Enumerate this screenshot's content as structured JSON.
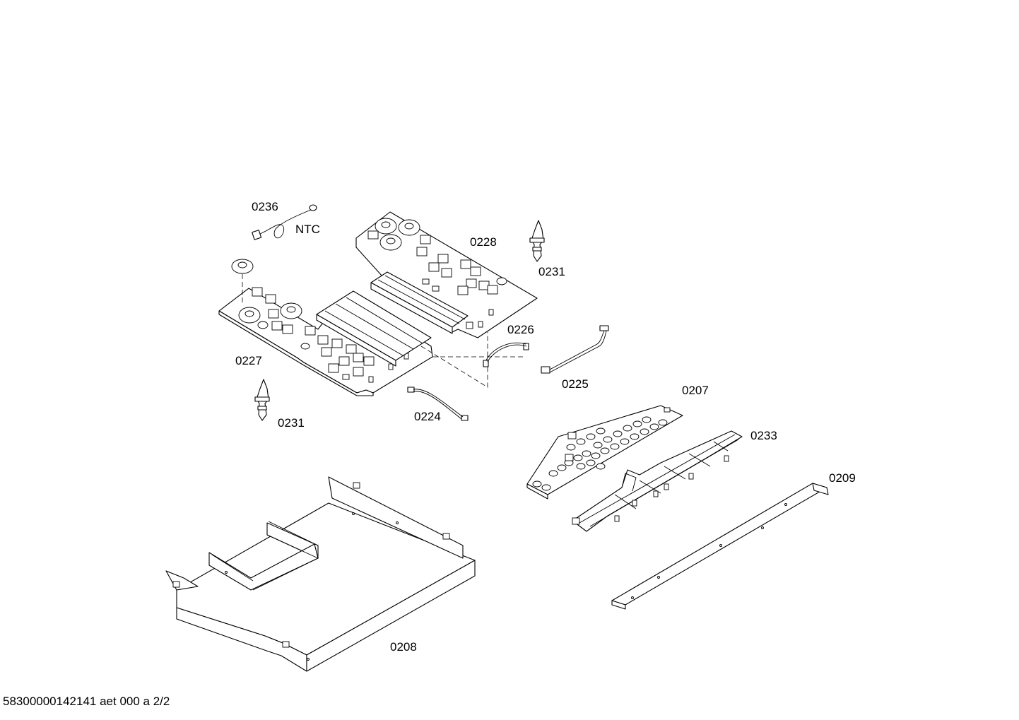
{
  "labels": {
    "p0236": "0236",
    "ntc": "NTC",
    "p0228": "0228",
    "p0231_top": "0231",
    "p0226": "0226",
    "p0227": "0227",
    "p0225": "0225",
    "p0231_bottom": "0231",
    "p0224": "0224",
    "p0207": "0207",
    "p0233": "0233",
    "p0209": "0209",
    "p0208": "0208"
  },
  "footer": "58300000142141 aet 000 a 2/2"
}
